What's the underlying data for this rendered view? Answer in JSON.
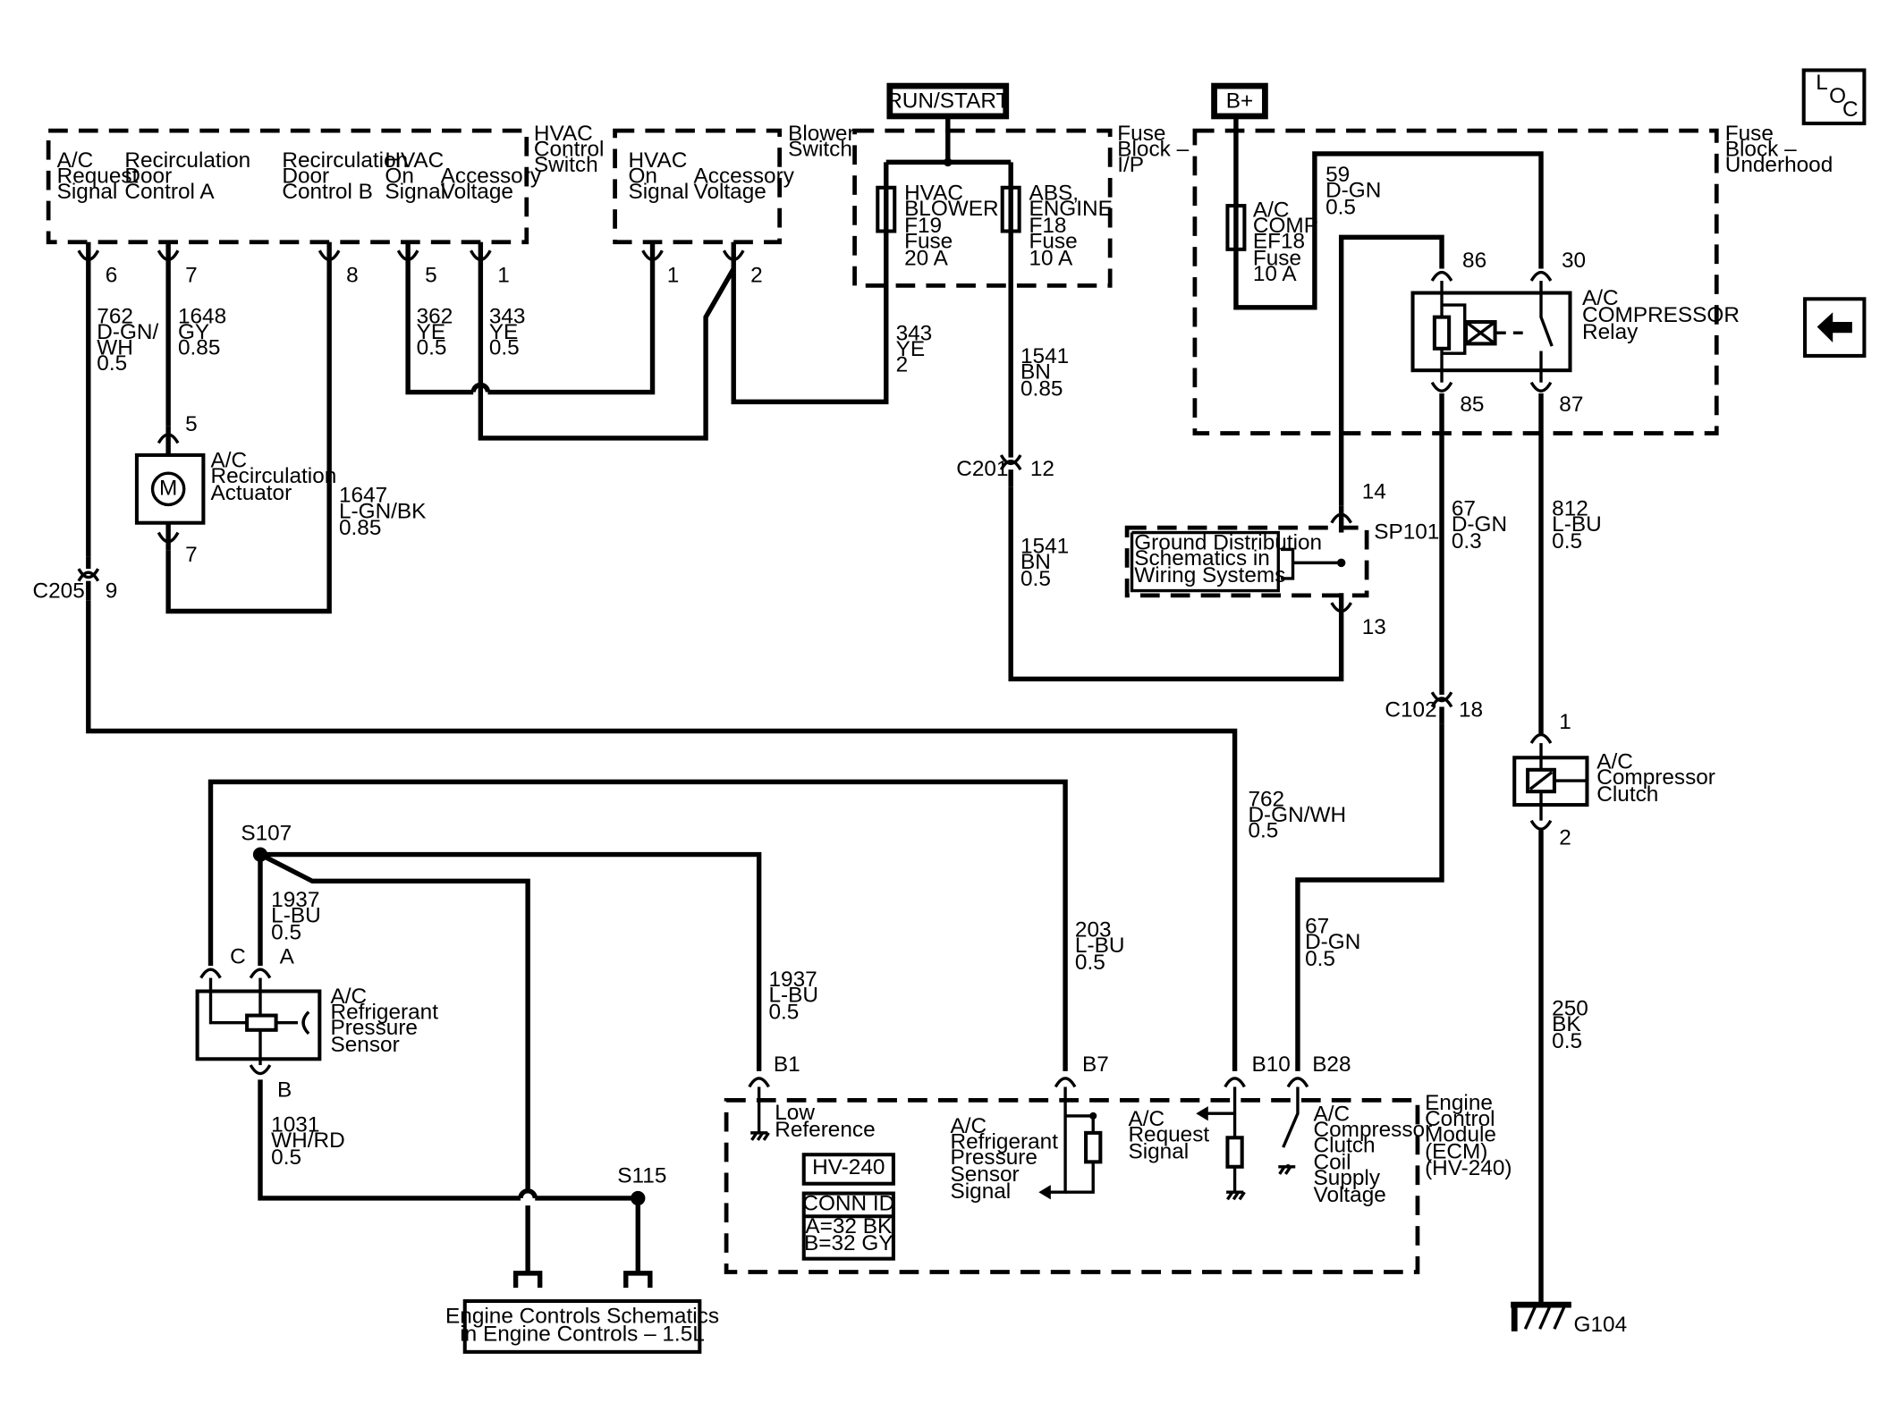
{
  "power": {
    "run_start": "RUN/START",
    "bplus": "B+"
  },
  "loc": {
    "l": "L",
    "o": "O",
    "c": "C"
  },
  "hvac_switch": {
    "title": [
      "HVAC",
      "Control",
      "Switch"
    ],
    "col1": [
      "A/C",
      "Request",
      "Signal"
    ],
    "col2": [
      "Recirculation",
      "Door",
      "Control A"
    ],
    "col3": [
      "Recirculation",
      "Door",
      "Control B"
    ],
    "col4": [
      "HVAC",
      "On",
      "Signal"
    ],
    "col5": [
      "Accessory",
      "Voltage"
    ],
    "pins": [
      "6",
      "7",
      "8",
      "5",
      "1"
    ]
  },
  "blower_switch": {
    "title": [
      "Blower",
      "Switch"
    ],
    "col1": [
      "HVAC",
      "On",
      "Signal"
    ],
    "col2": [
      "Accessory",
      "Voltage"
    ],
    "pins": [
      "1",
      "2"
    ]
  },
  "fuse_ip": {
    "title": [
      "Fuse",
      "Block –",
      "I/P"
    ],
    "f19": [
      "HVAC",
      "BLOWER",
      "F19",
      "Fuse",
      "20 A"
    ],
    "f18": [
      "ABS,",
      "ENGINE",
      "F18",
      "Fuse",
      "10 A"
    ]
  },
  "fuse_uh": {
    "title": [
      "Fuse",
      "Block –",
      "Underhood"
    ],
    "ef18": [
      "A/C",
      "COMP",
      "EF18",
      "Fuse",
      "10 A"
    ],
    "relay": [
      "A/C",
      "COMPRESSOR",
      "Relay"
    ],
    "pins": {
      "p86": "86",
      "p30": "30",
      "p85": "85",
      "p87": "87"
    }
  },
  "wires": {
    "w762a": [
      "762",
      "D-GN/",
      "WH",
      "0.5"
    ],
    "w1648": [
      "1648",
      "GY",
      "0.85"
    ],
    "w362": [
      "362",
      "YE",
      "0.5"
    ],
    "w343a": [
      "343",
      "YE",
      "0.5"
    ],
    "w343b": [
      "343",
      "YE",
      "2"
    ],
    "w1541a": [
      "1541",
      "BN",
      "0.85"
    ],
    "w1541b": [
      "1541",
      "BN",
      "0.5"
    ],
    "w1647": [
      "1647",
      "L-GN/BK",
      "0.85"
    ],
    "w59": [
      "59",
      "D-GN",
      "0.5"
    ],
    "w67a": [
      "67",
      "D-GN",
      "0.3"
    ],
    "w812": [
      "812",
      "L-BU",
      "0.5"
    ],
    "w762b": [
      "762",
      "D-GN/WH",
      "0.5"
    ],
    "w1937a": [
      "1937",
      "L-BU",
      "0.5"
    ],
    "w1937b": [
      "1937",
      "L-BU",
      "0.5"
    ],
    "w203": [
      "203",
      "L-BU",
      "0.5"
    ],
    "w67b": [
      "67",
      "D-GN",
      "0.5"
    ],
    "w1031": [
      "1031",
      "WH/RD",
      "0.5"
    ],
    "w250": [
      "250",
      "BK",
      "0.5"
    ]
  },
  "actuator": {
    "label": [
      "A/C",
      "Recirculation",
      "Actuator"
    ],
    "pin_top": "5",
    "pin_bot": "7",
    "motor": "M"
  },
  "connectors": {
    "c201": "C201",
    "c201_pin": "12",
    "c205": "C205",
    "c205_pin": "9",
    "c102": "C102",
    "c102_pin": "18"
  },
  "splices": {
    "sp101": "SP101",
    "sp101_top": "14",
    "sp101_bot": "13",
    "s107": "S107",
    "s115": "S115"
  },
  "ground_dist": [
    "Ground Distribution",
    "Schematics in",
    "Wiring Systems"
  ],
  "clutch": {
    "label": [
      "A/C",
      "Compressor",
      "Clutch"
    ],
    "pin_top": "1",
    "pin_bot": "2"
  },
  "pressure_sensor": {
    "label": [
      "A/C",
      "Refrigerant",
      "Pressure",
      "Sensor"
    ],
    "pin_c": "C",
    "pin_a": "A",
    "pin_b": "B"
  },
  "ecm": {
    "title": [
      "Engine",
      "Control",
      "Module",
      "(ECM)",
      "(HV-240)"
    ],
    "pins": {
      "b1": "B1",
      "b7": "B7",
      "b10": "B10",
      "b28": "B28"
    },
    "low_ref": [
      "Low",
      "Reference"
    ],
    "sensor_sig": [
      "A/C",
      "Refrigerant",
      "Pressure",
      "Sensor",
      "Signal"
    ],
    "req_sig": [
      "A/C",
      "Request",
      "Signal"
    ],
    "clutch_supply": [
      "A/C",
      "Compressor",
      "Clutch",
      "Coil",
      "Supply",
      "Voltage"
    ],
    "hv": "HV-240",
    "conn_id": "CONN ID",
    "conn_a": "A=32 BK",
    "conn_b": "B=32 GY"
  },
  "engine_controls": [
    "Engine Controls Schematics",
    "in Engine Controls – 1.5L"
  ],
  "ground": "G104"
}
